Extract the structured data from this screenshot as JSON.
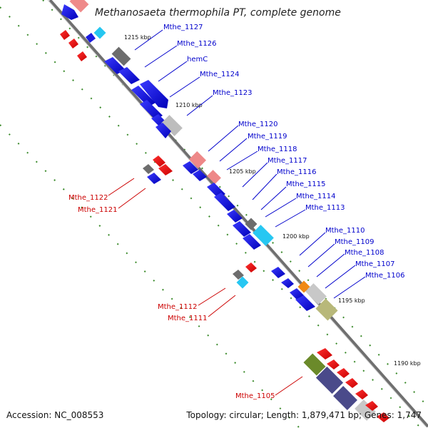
{
  "title": "Methanosaeta thermophila PT, complete genome",
  "footer": {
    "accession": "Accession: NC_008553",
    "topology": "Topology: circular; Length: 1,879,471 bp; Genes: 1,747"
  },
  "ticks": [
    "1215 kbp",
    "1210 kbp",
    "1205 kbp",
    "1200 kbp",
    "1195 kbp",
    "1190 kbp"
  ],
  "labels": {
    "mthe_1127": "Mthe_1127",
    "mthe_1126": "Mthe_1126",
    "hemc": "hemC",
    "mthe_1124": "Mthe_1124",
    "mthe_1123": "Mthe_1123",
    "mthe_1120": "Mthe_1120",
    "mthe_1119": "Mthe_1119",
    "mthe_1118": "Mthe_1118",
    "mthe_1117": "Mthe_1117",
    "mthe_1116": "Mthe_1116",
    "mthe_1115": "Mthe_1115",
    "mthe_1114": "Mthe_1114",
    "mthe_1113": "Mthe_1113",
    "mthe_1110": "Mthe_1110",
    "mthe_1109": "Mthe_1109",
    "mthe_1108": "Mthe_1108",
    "mthe_1107": "Mthe_1107",
    "mthe_1106": "Mthe_1106",
    "mthe_1122": "Mthe_1122",
    "mthe_1121": "Mthe_1121",
    "mthe_1112": "Mthe_1112",
    "mthe_1111": "Mthe_1111",
    "mthe_1105": "Mthe_1105"
  },
  "colors": {
    "forward_gene": "#1010e0",
    "reverse_gene": "#e01010",
    "forward_label": "#0000cc",
    "reverse_label": "#cc0000",
    "backbone": "#777777",
    "tick_dots": "#3a8a2a"
  }
}
